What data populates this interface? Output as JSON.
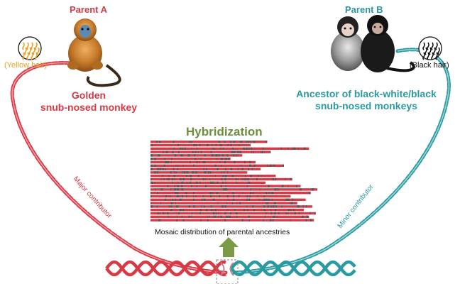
{
  "parent_a": {
    "label": "Parent A",
    "name_line1": "Golden",
    "name_line2": "snub-nosed monkey",
    "hair_label": "(Yellow hair)",
    "color": "#d63a46",
    "hair_color": "#e8a020"
  },
  "parent_b": {
    "label": "Parent B",
    "name_line1": "Ancestor of black-white/black",
    "name_line2": "snub-nosed monkeys",
    "hair_label": "(Black hair)",
    "color": "#2a9aa0",
    "hair_color": "#111111"
  },
  "hybridization": {
    "title": "Hybridization",
    "caption": "Mosaic distribution of parental ancestries",
    "arrow_color": "#7a9a48"
  },
  "strand_labels": {
    "left": "Major contributor",
    "right": "Minor contributor"
  },
  "mosaic": {
    "row_fractions": [
      0.7,
      0.6,
      0.95,
      0.72,
      0.55,
      0.48,
      0.63,
      0.8,
      0.66,
      0.58,
      0.75,
      0.85,
      0.69,
      0.9,
      1.0,
      0.96,
      0.84,
      0.93,
      0.88,
      0.97,
      0.92,
      0.99,
      0.95,
      0.98
    ],
    "major_color": "#d63a46",
    "minor_color": "#555555"
  }
}
